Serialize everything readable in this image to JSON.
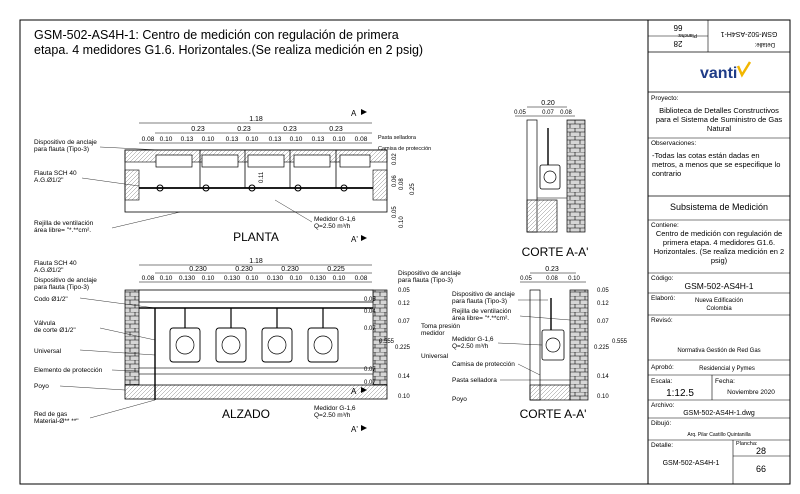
{
  "title": "GSM-502-AS4H-1: Centro de medición con regulación de primera etapa.  4 medidores G1.6. Horizontales.(Se realiza medición en 2 psig)",
  "views": {
    "planta": "PLANTA",
    "alzado": "ALZADO",
    "corte_top": "CORTE A-A'",
    "corte_bottom": "CORTE A-A'",
    "section_a": "A",
    "section_a_prime": "A'"
  },
  "labels": {
    "dispositivo_anclaje_1": "Dispositivo de anclaje",
    "dispositivo_anclaje_2": "para flauta (Tipo-3)",
    "flauta_1": "Flauta SCH 40",
    "flauta_2": "A.G.Ø1/2\"",
    "rejilla_1": "Rejilla de ventilación",
    "rejilla_2": "área libre= \"*.**cm².",
    "medidor_1": "Medidor G-1,6",
    "medidor_2": "Q=2.50 m³/h",
    "pasta_selladora": "Pasta selladora",
    "camisa": "Camisa de protección",
    "codo": "Codo Ø1/2\"",
    "valvula_1": "Válvula",
    "valvula_2": "de corte Ø1/2\"",
    "universal": "Universal",
    "elemento": "Elemento de protección",
    "poyo": "Poyo",
    "red_gas_1": "Red de gas",
    "red_gas_2": "Material-Ø** **\"",
    "toma_1": "Toma presión",
    "toma_2": "medidor"
  },
  "dims": {
    "planta_total": "1.18",
    "planta_top": [
      "0.23",
      "0.23",
      "0.23",
      "0.23"
    ],
    "planta_bottom": [
      "0.08",
      "0.10",
      "0.13",
      "0.10",
      "0.13",
      "0.10",
      "0.13",
      "0.10",
      "0.13",
      "0.10",
      "0.08"
    ],
    "alzado_top": [
      "0.230",
      "0.230",
      "0.230",
      "0.225"
    ],
    "alzado_bottom": [
      "0.08",
      "0.10",
      "0.130",
      "0.10",
      "0.130",
      "0.10",
      "0.130",
      "0.10",
      "0.130",
      "0.10",
      "0.08"
    ],
    "planta_side": [
      "0.02",
      "0.06",
      "0.11",
      "0.08",
      "0.25",
      "0.05",
      "0.10"
    ],
    "corte_top_w": "0.20",
    "corte_top_sub": [
      "0.05",
      "0.07",
      "0.08"
    ],
    "corte_bot_w": "0.23",
    "corte_bot_sub": [
      "0.05",
      "0.08",
      "0.10"
    ],
    "alzado_right": [
      "0.08",
      "0.04",
      "0.07",
      "0.555",
      "0.07",
      "0.07"
    ],
    "alzado_left": [
      "0.05",
      "0.12",
      "0.07",
      "0.225",
      "0.14",
      "0.10"
    ],
    "corte_right": [
      "0.05",
      "0.12",
      "0.07",
      "0.225",
      "0.555",
      "0.14",
      "0.10"
    ]
  },
  "panel": {
    "rotated_code": "GSM-502-AS4H-1",
    "rotated_detalle": "Detalle:",
    "rotated_plancha_label": "Plancha:",
    "rotated_plancha": "28",
    "rotated_num": "66",
    "logo": "vanti",
    "proyecto_label": "Proyecto:",
    "proyecto_text": "Biblioteca de Detalles Constructivos para el Sistema de Suministro de Gas Natural",
    "observaciones_label": "Observaciones:",
    "observaciones_text": "-Todas las cotas están dadas en metros, a menos que se especifique lo contrario",
    "subsistema": "Subsistema de Medición",
    "contiene_label": "Contiene:",
    "contiene_text": "Centro de medición con regulación de primera etapa. 4 medidores G1.6. Horizontales. (Se realiza medición en 2 psig)",
    "codigo_label": "Código:",
    "codigo": "GSM-502-AS4H-1",
    "elaboro_label": "Elaboró:",
    "elaboro_1": "Nueva Edificación",
    "elaboro_2": "Colombia",
    "reviso_label": "Revisó:",
    "reviso_text": "Normativa Gestión de Red Gas",
    "aprobo_label": "Aprobó:",
    "aprobo_text": "Residencial y Pymes",
    "escala_label": "Escala:",
    "escala": "1:12.5",
    "fecha_label": "Fecha:",
    "fecha": "Noviembre 2020",
    "archivo_label": "Archivo:",
    "archivo": "GSM-502-AS4H-1.dwg",
    "dibujo_label": "Dibujó:",
    "dibujo": "Arq. Pilar Castillo Quintanilla",
    "detalle_label": "Detalle:",
    "detalle": "GSM-502-AS4H-1",
    "plancha_label": "Plancha:",
    "plancha": "28",
    "num": "66"
  },
  "colors": {
    "line": "#000000",
    "logo": "#1f3c88",
    "logo_mark": "#f2b600",
    "brick": "#c8c8c8"
  }
}
